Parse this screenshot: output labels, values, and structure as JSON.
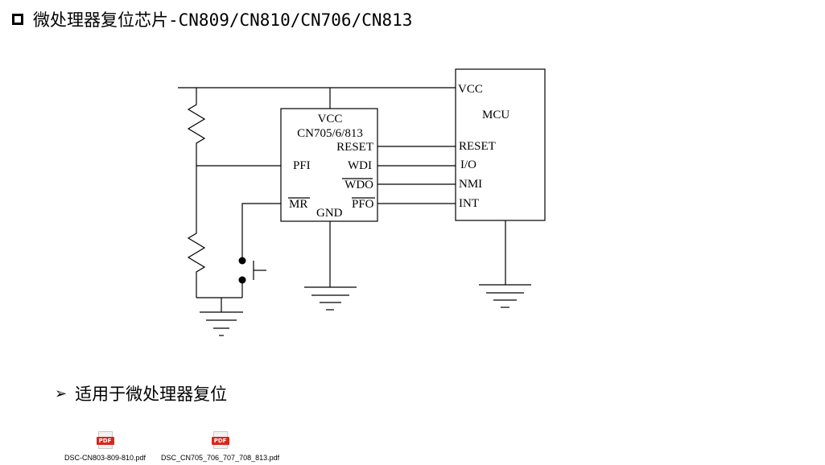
{
  "title": "微处理器复位芯片-CN809/CN810/CN706/CN813",
  "bullet": "适用于微处理器复位",
  "diagram": {
    "chip": {
      "vcc": "VCC",
      "model": "CN705/6/813",
      "reset": "RESET",
      "pfi": "PFI",
      "wdi": "WDI",
      "wdo": "WDO",
      "mr": "MR",
      "gnd": "GND",
      "pfo": "PFO"
    },
    "mcu": {
      "vcc": "VCC",
      "name": "MCU",
      "reset": "RESET",
      "io": "I/O",
      "nmi": "NMI",
      "int": "INT"
    }
  },
  "attachments": [
    {
      "icon": "pdf-icon",
      "badge": "PDF",
      "name": "DSC-CN803-809-810.pdf"
    },
    {
      "icon": "pdf-icon",
      "badge": "PDF",
      "name": "DSC_CN705_706_707_708_813.pdf"
    }
  ]
}
